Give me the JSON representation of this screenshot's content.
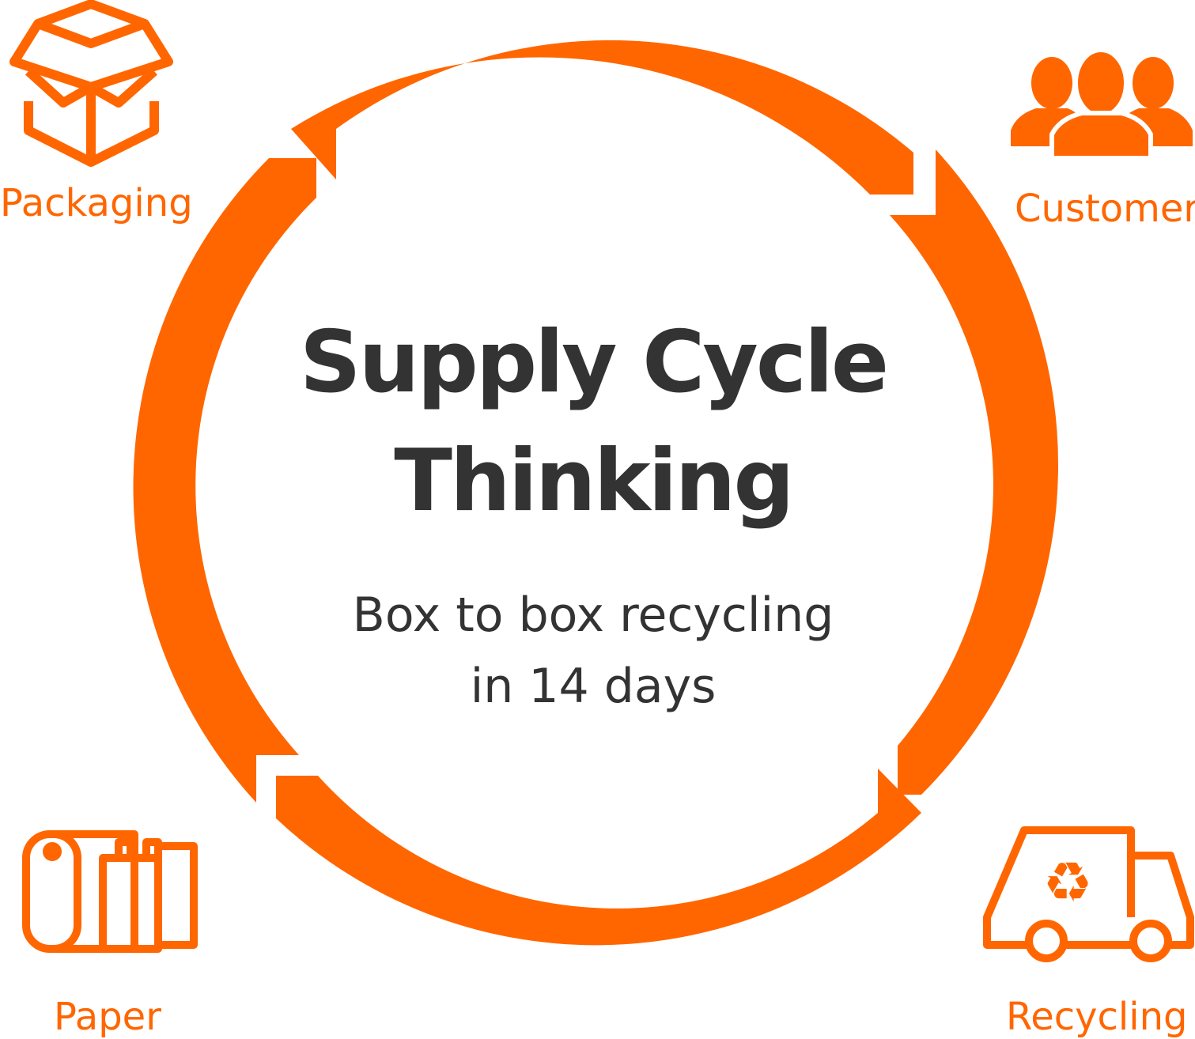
{
  "title_line1": "Supply Cycle",
  "title_line2": "Thinking",
  "subtitle_line1": "Box to box recycling",
  "subtitle_line2": "in 14 days",
  "stages": {
    "packaging": {
      "label": "Packaging",
      "icon": "box-icon"
    },
    "customer": {
      "label": "Customer",
      "icon": "people-icon"
    },
    "recycling": {
      "label": "Recycling",
      "icon": "recycling-truck-icon"
    },
    "paper": {
      "label": "Paper",
      "icon": "paper-roll-bags-icon"
    }
  },
  "colors": {
    "accent": "#ff6600",
    "text": "#333333"
  }
}
